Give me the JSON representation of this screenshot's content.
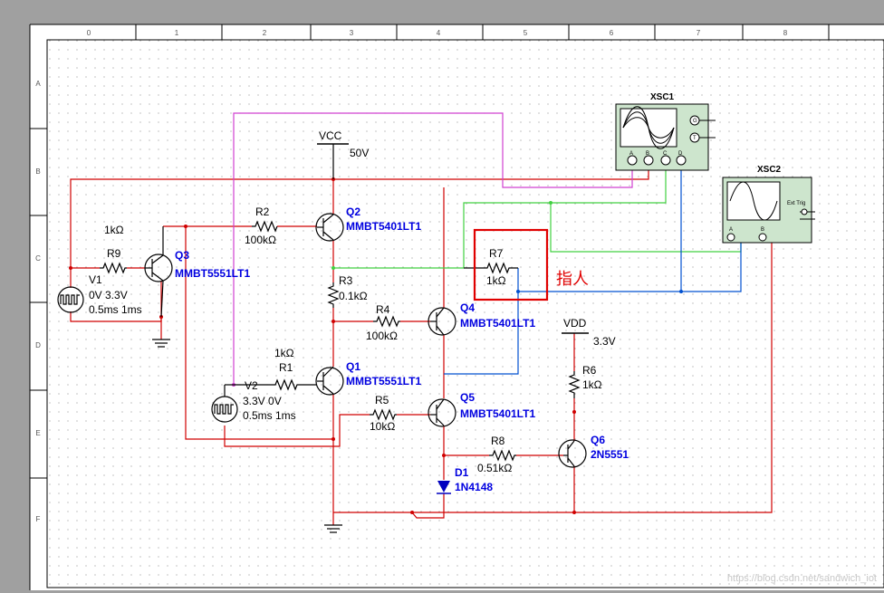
{
  "ruler": {
    "columns": [
      "0",
      "1",
      "2",
      "3",
      "4",
      "5",
      "6",
      "7",
      "8"
    ],
    "rows": [
      "A",
      "B",
      "C",
      "D",
      "E",
      "F"
    ]
  },
  "rails": {
    "vcc_name": "VCC",
    "vcc_value": "50V",
    "vdd_name": "VDD",
    "vdd_value": "3.3V"
  },
  "resistors": {
    "r1": {
      "ref": "R1",
      "value": "1kΩ"
    },
    "r2": {
      "ref": "R2",
      "value": "100kΩ"
    },
    "r3": {
      "ref": "R3",
      "value": "0.1kΩ"
    },
    "r4": {
      "ref": "R4",
      "value": "100kΩ"
    },
    "r5": {
      "ref": "R5",
      "value": "10kΩ"
    },
    "r6": {
      "ref": "R6",
      "value": "1kΩ"
    },
    "r7": {
      "ref": "R7",
      "value": "1kΩ"
    },
    "r8": {
      "ref": "R8",
      "value": "0.51kΩ"
    },
    "r9": {
      "ref": "R9",
      "value": "1kΩ"
    }
  },
  "transistors": {
    "q1": {
      "ref": "Q1",
      "part": "MMBT5551LT1"
    },
    "q2": {
      "ref": "Q2",
      "part": "MMBT5401LT1"
    },
    "q3": {
      "ref": "Q3",
      "part": "MMBT5551LT1"
    },
    "q4": {
      "ref": "Q4",
      "part": "MMBT5401LT1"
    },
    "q5": {
      "ref": "Q5",
      "part": "MMBT5401LT1"
    },
    "q6": {
      "ref": "Q6",
      "part": "2N5551"
    }
  },
  "diode": {
    "ref": "D1",
    "part": "1N4148"
  },
  "sources": {
    "v1": {
      "ref": "V1",
      "line1": "0V 3.3V",
      "line2": "0.5ms 1ms"
    },
    "v2": {
      "ref": "V2",
      "line1": "3.3V 0V",
      "line2": "0.5ms 1ms"
    }
  },
  "scopes": {
    "xsc1": {
      "ref": "XSC1",
      "terminals": [
        "A",
        "B",
        "C",
        "D"
      ],
      "side": [
        "G",
        "T"
      ]
    },
    "xsc2": {
      "ref": "XSC2",
      "terminals": [
        "A",
        "B"
      ],
      "side": [
        "Ext Trig"
      ]
    }
  },
  "annotation": {
    "text": "指人"
  },
  "watermark": "https://blog.csdn.net/sandwich_iot",
  "colors": {
    "red": "#d00000",
    "magenta": "#d040d0",
    "green": "#40d040",
    "blue": "#0050d0",
    "part_blue": "#0000e0",
    "highlight": "#e00000"
  }
}
